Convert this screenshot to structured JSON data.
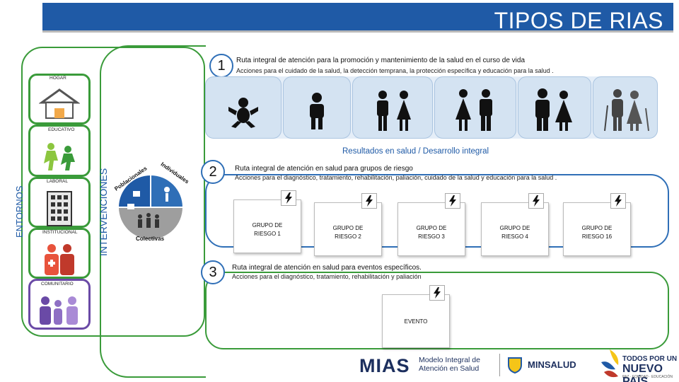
{
  "header": {
    "title": "TIPOS DE RIAS"
  },
  "side_labels": {
    "entornos": "ENTORNOS",
    "intervenciones": "INTERVENCIONES"
  },
  "entornos": [
    {
      "label": "HOGAR",
      "icon": "house-icon"
    },
    {
      "label": "EDUCATIVO",
      "icon": "children-walking-icon"
    },
    {
      "label": "LABORAL",
      "icon": "building-icon"
    },
    {
      "label": "INSTITUCIONAL",
      "icon": "health-workers-icon"
    },
    {
      "label": "COMUNITARIO",
      "icon": "family-icon"
    }
  ],
  "pie": {
    "labels": [
      "Poblacionales",
      "Individuales",
      "Colectivas"
    ],
    "colors": [
      "#2f6fb7",
      "#3a9b3a",
      "#1f5aa6",
      "#9e9e9e"
    ]
  },
  "routes": {
    "r1": {
      "number": "1",
      "title": "Ruta integral de atención para la promoción y mantenimiento de la salud en el curso de vida",
      "subtitle": "Acciones para el cuidado de la salud, la detección temprana, la protección específica y educación para la salud ."
    },
    "r2": {
      "number": "2",
      "title": "Ruta integral de atención en salud para grupos de riesgo",
      "subtitle": "Acciones para el diagnóstico, tratamiento, rehabilitación, paliación, cuidado de la salud y educación para la salud ."
    },
    "r3": {
      "number": "3",
      "title": "Ruta integral de atención en salud para eventos específicos.",
      "subtitle": "Acciones para el diagnóstico, tratamiento, rehabilitación y paliación"
    }
  },
  "life_course_icons": [
    "baby-icon",
    "child-icon",
    "adolescents-icon",
    "young-adults-icon",
    "adults-icon",
    "elderly-icon"
  ],
  "resultados": "Resultados en salud / Desarrollo integral",
  "risk_groups": [
    {
      "line1": "GRUPO DE",
      "line2": "RIESGO 1"
    },
    {
      "line1": "GRUPO DE",
      "line2": "RIESGO 2"
    },
    {
      "line1": "GRUPO DE",
      "line2": "RIESGO 3"
    },
    {
      "line1": "GRUPO DE",
      "line2": "RIESGO 4"
    },
    {
      "line1": "GRUPO DE",
      "line2": "RIESGO 16"
    }
  ],
  "event": {
    "label": "EVENTO"
  },
  "footer": {
    "mias": "MIAS",
    "mias_sub1": "Modelo Integral de",
    "mias_sub2": "Atención en Salud",
    "minsalud": "MINSALUD",
    "pais1": "TODOS POR UN",
    "pais2": "NUEVO PAÍS",
    "pais3": "PAZ · EQUIDAD · EDUCACIÓN"
  },
  "colors": {
    "brand_blue": "#1f5aa6",
    "green": "#3a9b3a",
    "purple": "#6a4aa6"
  }
}
